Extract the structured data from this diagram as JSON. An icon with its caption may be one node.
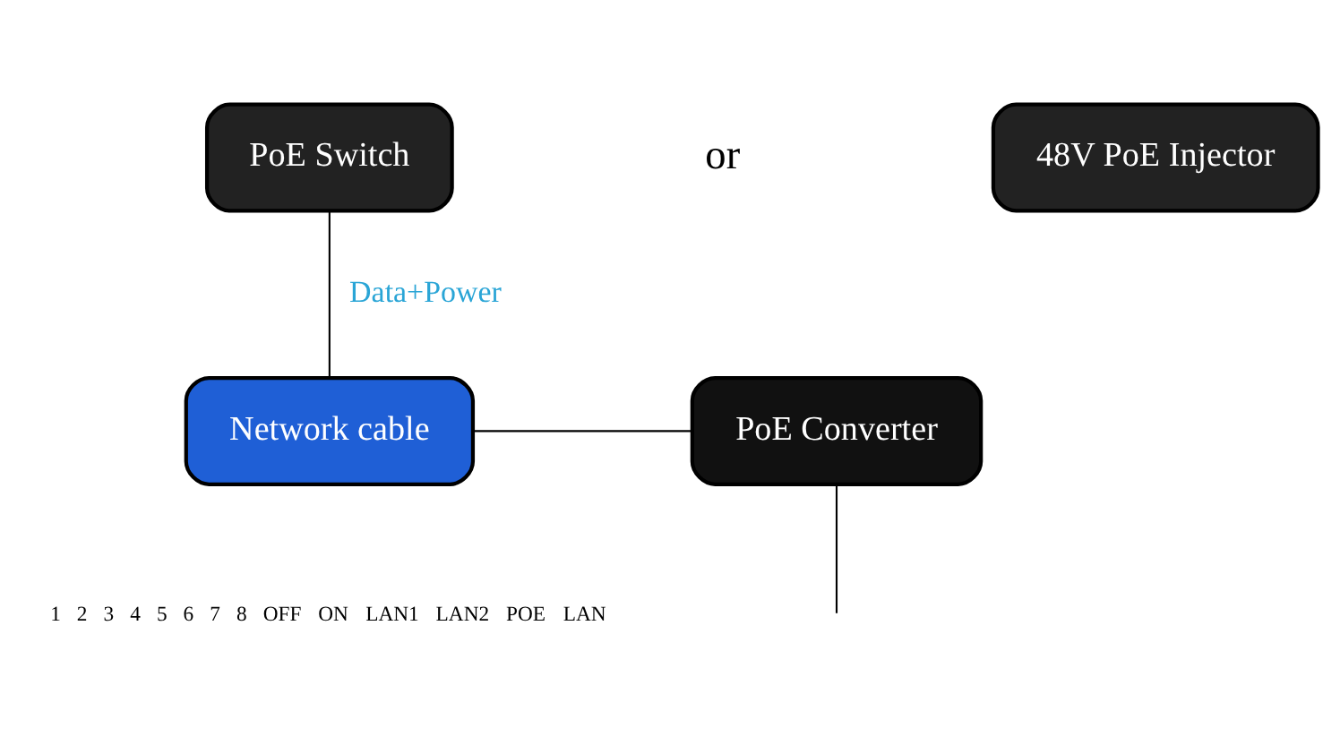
{
  "diagram": {
    "nodes": [
      {
        "text": [
          "PoE Switch"
        ]
      },
      {
        "text": [
          "48V PoE Injector"
        ]
      },
      {
        "text": [
          "Network cable"
        ]
      },
      {
        "text": [
          "PoE Converter"
        ]
      }
    ],
    "edges": [
      {
        "from": 0,
        "to": 2,
        "arrow": "none",
        "label": "Data+Power"
      },
      {
        "from": 2,
        "to": 3,
        "arrow": "none"
      },
      {
        "from": 3,
        "to": null,
        "arrow": "none"
      }
    ],
    "labels": [
      "or",
      "1",
      "2",
      "3",
      "4",
      "5",
      "6",
      "7",
      "8",
      "OFF",
      "ON",
      "LAN1",
      "LAN2",
      "POE",
      "LAN"
    ]
  }
}
